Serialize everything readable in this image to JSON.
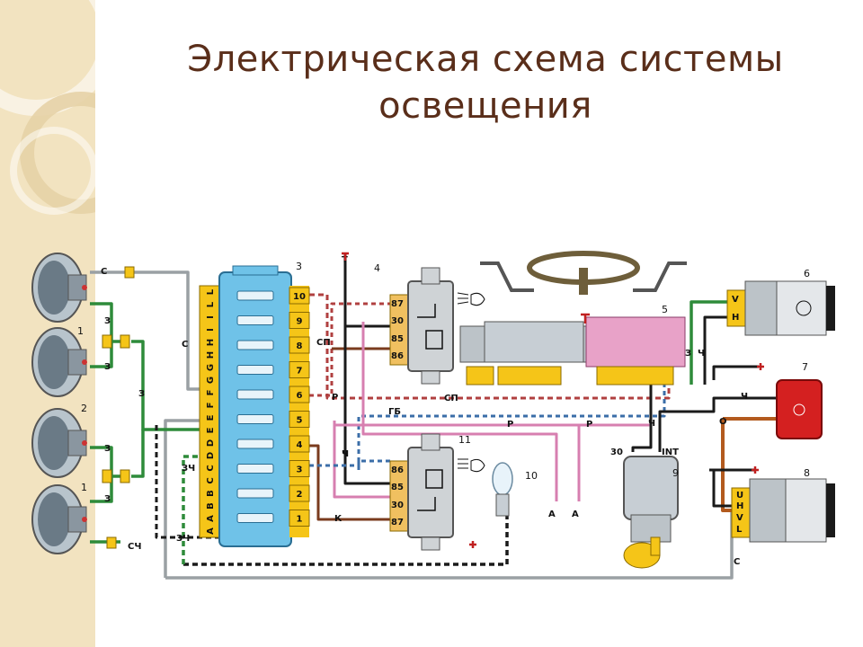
{
  "title": {
    "line1": "Электрическая схема системы",
    "line2": "освещения"
  },
  "diagram": {
    "components": {
      "c1a": "1",
      "c2": "2",
      "c1b": "1",
      "c3": "3",
      "c4": "4",
      "c5": "5",
      "c6": "6",
      "c7": "7",
      "c8": "8",
      "c9": "9",
      "c10": "10",
      "c11": "11"
    },
    "fusebox": {
      "letters": [
        "L",
        "L",
        "I",
        "I",
        "H",
        "H",
        "G",
        "G",
        "F",
        "F",
        "E",
        "E",
        "D",
        "D",
        "C",
        "C",
        "B",
        "B",
        "A",
        "A"
      ],
      "numbers": [
        "10",
        "9",
        "8",
        "7",
        "6",
        "5",
        "4",
        "3",
        "2",
        "1"
      ]
    },
    "relay_top_pins": [
      "87",
      "30",
      "85",
      "86"
    ],
    "relay_bottom_pins": [
      "86",
      "85",
      "30",
      "87"
    ],
    "switch8_pins": [
      "U",
      "H",
      "V",
      "L"
    ],
    "switch6_pins": [
      "V",
      "H"
    ],
    "ignition": {
      "t30": "30",
      "tint": "INT"
    },
    "wire_labels": {
      "c_top": "С",
      "z1": "З",
      "z2": "З",
      "z3": "З",
      "z4": "З",
      "z5": "З",
      "z6": "З",
      "c_left": "С",
      "sch_bottom": "СЧ",
      "zch1": "ЗЧ",
      "zch2": "ЗЧ",
      "sp1": "СП",
      "r1": "Р",
      "ch1": "Ч",
      "k1": "К",
      "gb": "ГБ",
      "sp2": "СП",
      "r2": "Р",
      "r3": "Р",
      "a1": "А",
      "a2": "А",
      "z7": "З",
      "ch2": "Ч",
      "ch3": "Ч",
      "ch4": "Ч",
      "o1": "О",
      "c_right": "С",
      "t_top": "Т"
    }
  }
}
